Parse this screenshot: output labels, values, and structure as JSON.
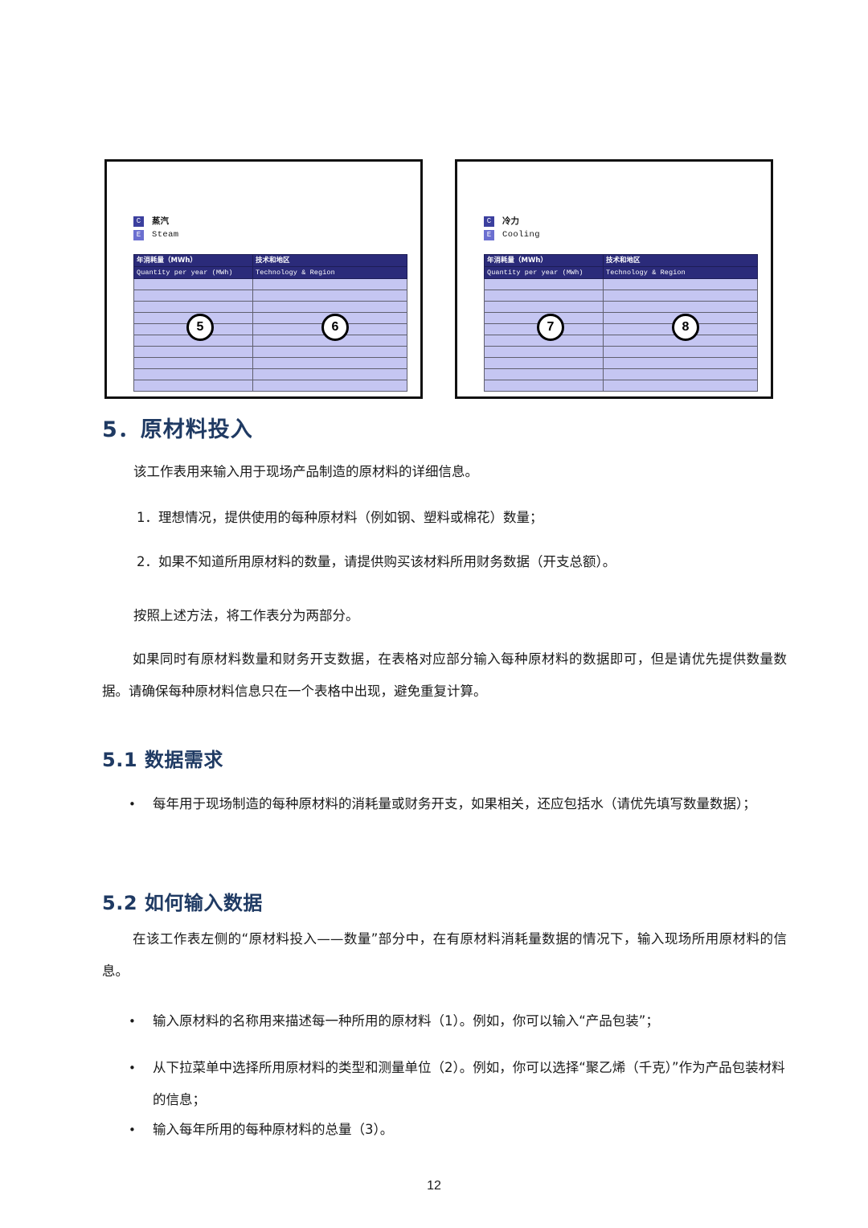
{
  "figure": {
    "panels": [
      {
        "legend": {
          "badge_c": "C",
          "badge_e": "E",
          "label_cn": "蒸汽",
          "label_en": "Steam"
        },
        "table": {
          "headers_cn": [
            "年消耗量（MWh）",
            "技术和地区"
          ],
          "headers_en": [
            "Quantity per year (MWh)",
            "Technology & Region"
          ],
          "empty_row_count": 10
        },
        "markers": [
          "5",
          "6"
        ]
      },
      {
        "legend": {
          "badge_c": "C",
          "badge_e": "E",
          "label_cn": "冷力",
          "label_en": "Cooling"
        },
        "table": {
          "headers_cn": [
            "年消耗量（MWh）",
            "技术和地区"
          ],
          "headers_en": [
            "Quantity per year (MWh)",
            "Technology & Region"
          ],
          "empty_row_count": 10
        },
        "markers": [
          "7",
          "8"
        ]
      }
    ]
  },
  "section5": {
    "heading": "5．原材料投入",
    "intro": "该工作表用来输入用于现场产品制造的原材料的详细信息。",
    "list": [
      "1．理想情况，提供使用的每种原材料（例如钢、塑料或棉花）数量；",
      "2．如果不知道所用原材料的数量，请提供购买该材料所用财务数据（开支总额）。"
    ],
    "note": "按照上述方法，将工作表分为两部分。",
    "body": "如果同时有原材料数量和财务开支数据，在表格对应部分输入每种原材料的数据即可，但是请优先提供数量数据。请确保每种原材料信息只在一个表格中出现，避免重复计算。"
  },
  "section51": {
    "heading": "5.1 数据需求",
    "bullets": [
      "每年用于现场制造的每种原材料的消耗量或财务开支，如果相关，还应包括水（请优先填写数量数据）；"
    ]
  },
  "section52": {
    "heading": "5.2 如何输入数据",
    "intro": "在该工作表左侧的“原材料投入——数量”部分中，在有原材料消耗量数据的情况下，输入现场所用原材料的信息。",
    "bullets": [
      "输入原材料的名称用来描述每一种所用的原材料（1）。例如，你可以输入“产品包装”；",
      "从下拉菜单中选择所用原材料的类型和测量单位（2）。例如，你可以选择“聚乙烯（千克）”作为产品包装材料的信息；",
      "输入每年所用的每种原材料的总量（3）。"
    ]
  },
  "footer": {
    "page_number": "12"
  },
  "colors": {
    "heading_navy": "#1f3a63",
    "table_header_bg": "#2b2b7a",
    "table_row_bg": "#c5c6f2",
    "badge_c_bg": "#3b3f9e",
    "badge_e_bg": "#6b6fd0"
  }
}
